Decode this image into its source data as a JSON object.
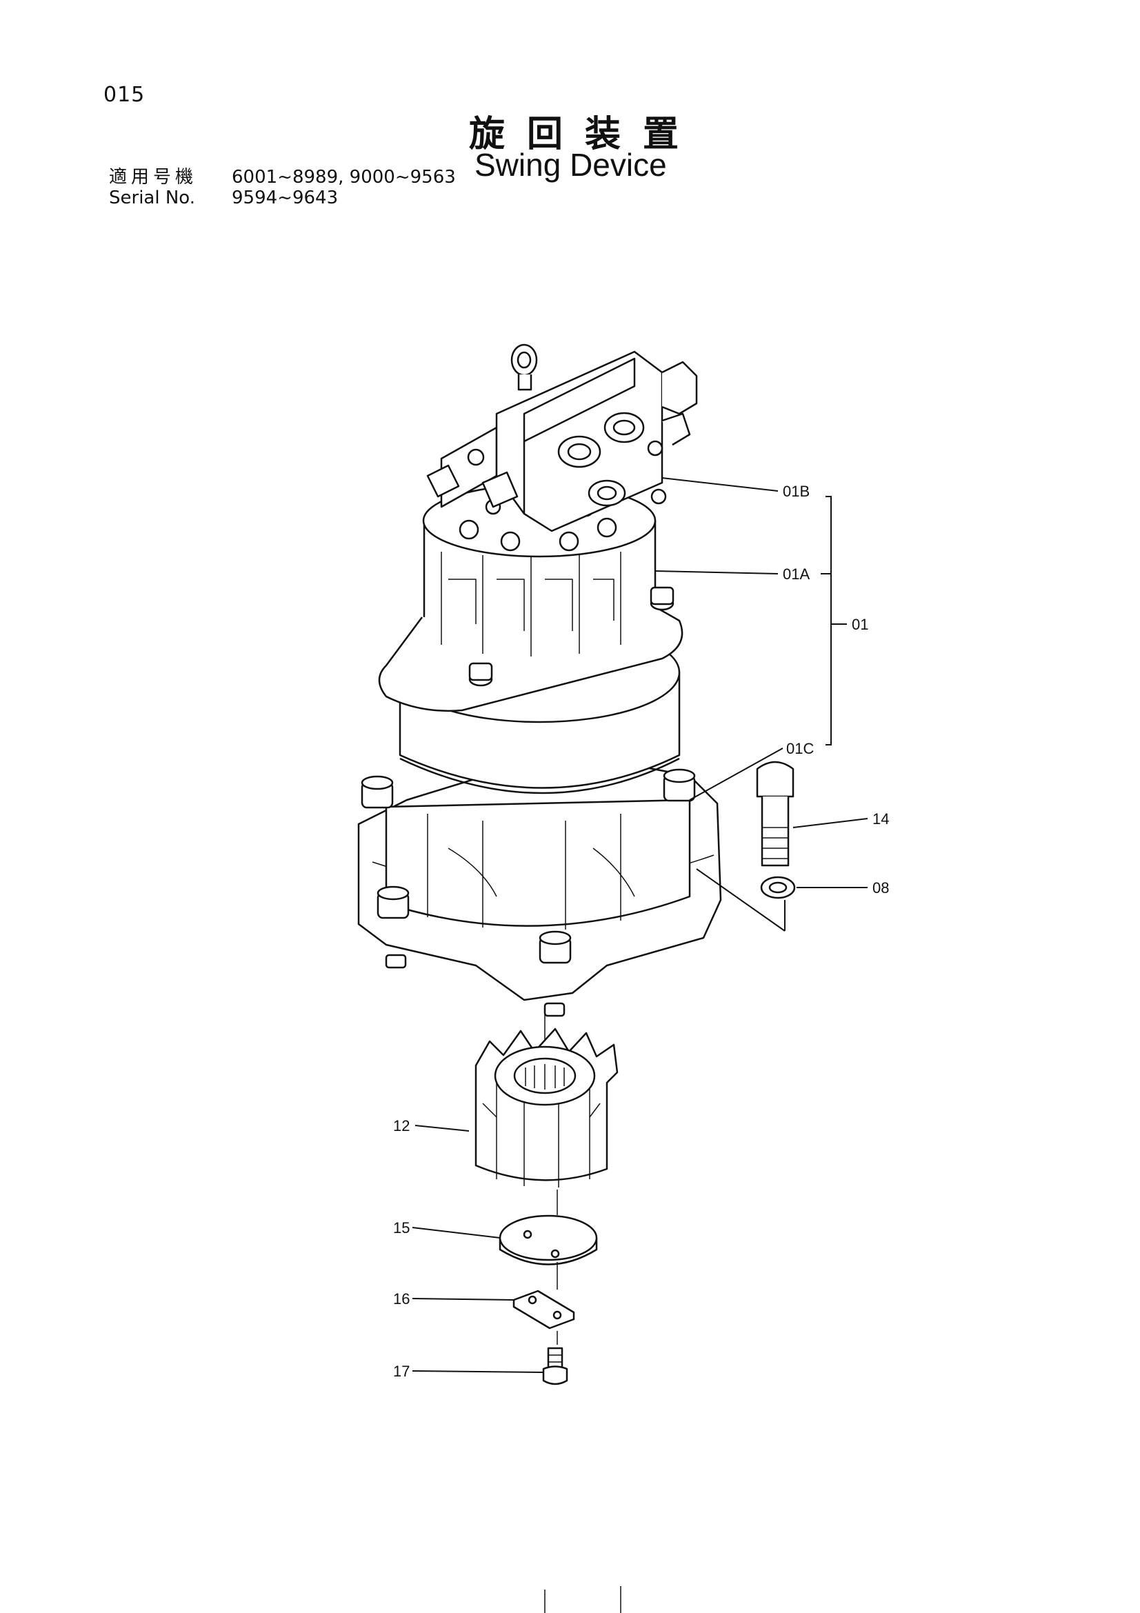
{
  "page_number": "015",
  "title_jp": "旋回装置",
  "title_en": "Swing Device",
  "applicable": {
    "label_jp": "適用号機",
    "label_en": "Serial No.",
    "range_1": "6001~8989, 9000~9563",
    "range_2": "9594~9643"
  },
  "callouts": {
    "c01B": "01B",
    "c01A": "01A",
    "c01": "01",
    "c01C": "01C",
    "c14": "14",
    "c08": "08",
    "c12": "12",
    "c15": "15",
    "c16": "16",
    "c17": "17"
  }
}
